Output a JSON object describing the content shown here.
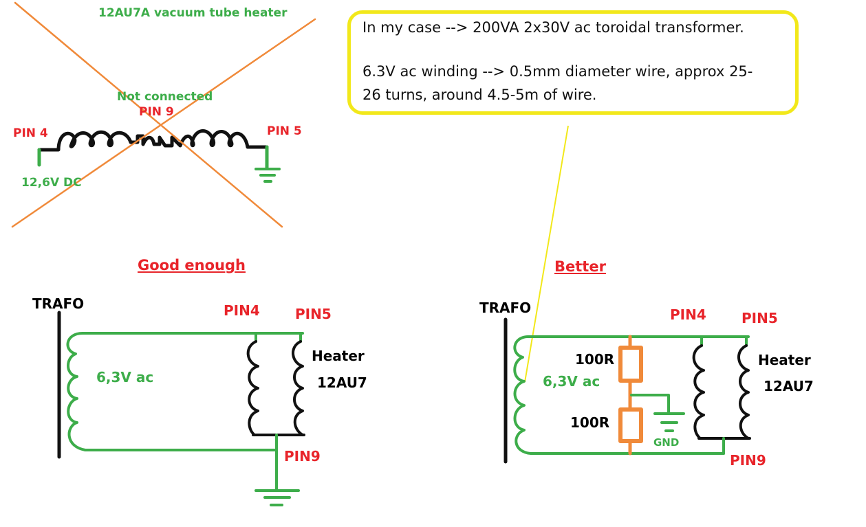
{
  "top_diagram": {
    "title": "12AU7A vacuum tube heater",
    "not_connected": "Not connected",
    "pin9": "PIN 9",
    "pin4": "PIN 4",
    "pin5": "PIN 5",
    "supply": "12,6V DC"
  },
  "note": {
    "line1": "In my case --> 200VA 2x30V ac toroidal transformer.",
    "line2": "6.3V ac winding --> 0.5mm diameter wire, approx 25-",
    "line3": "26 turns, around 4.5-5m of wire."
  },
  "good": {
    "title": "Good enough",
    "trafo": "TRAFO",
    "voltage": "6,3V ac",
    "pin4": "PIN4",
    "pin5": "PIN5",
    "heater": "Heater",
    "tube": "12AU7",
    "pin9": "PIN9"
  },
  "better": {
    "title": "Better",
    "trafo": "TRAFO",
    "voltage": "6,3V ac",
    "pin4": "PIN4",
    "pin5": "PIN5",
    "heater": "Heater",
    "tube": "12AU7",
    "pin9": "PIN9",
    "r1": "100R",
    "r2": "100R",
    "gnd": "GND"
  },
  "colors": {
    "wire": "#3dad4a",
    "cross": "#f08a3a",
    "label_red": "#e8242a",
    "resistor": "#f08a3a",
    "callout": "#f2e81a"
  }
}
